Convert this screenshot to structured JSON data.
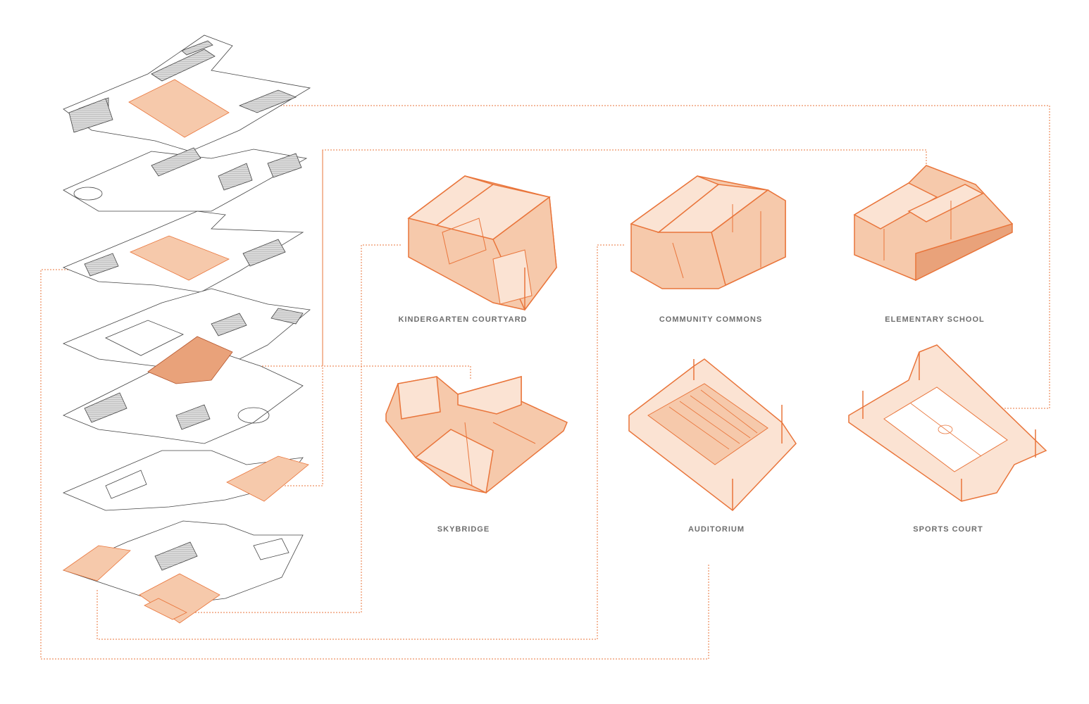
{
  "colors": {
    "accent": "#e9753b",
    "accent_fill": "#f6c9ab",
    "accent_fill_light": "#fbe3d3",
    "line": "#444444",
    "line_light": "#b8b8b8",
    "label_text": "#6e6e6e"
  },
  "spaces": [
    {
      "id": "kindergarten",
      "label": "KINDERGARTEN COURTYARD",
      "icon": "kindergarten-axonometric-icon"
    },
    {
      "id": "commons",
      "label": "COMMUNITY COMMONS",
      "icon": "community-commons-axonometric-icon"
    },
    {
      "id": "elementary",
      "label": "ELEMENTARY SCHOOL",
      "icon": "elementary-school-axonometric-icon"
    },
    {
      "id": "skybridge",
      "label": "SKYBRIDGE",
      "icon": "skybridge-axonometric-icon"
    },
    {
      "id": "auditorium",
      "label": "AUDITORIUM",
      "icon": "auditorium-axonometric-icon"
    },
    {
      "id": "sports",
      "label": "SPORTS COURT",
      "icon": "sports-court-axonometric-icon"
    }
  ]
}
